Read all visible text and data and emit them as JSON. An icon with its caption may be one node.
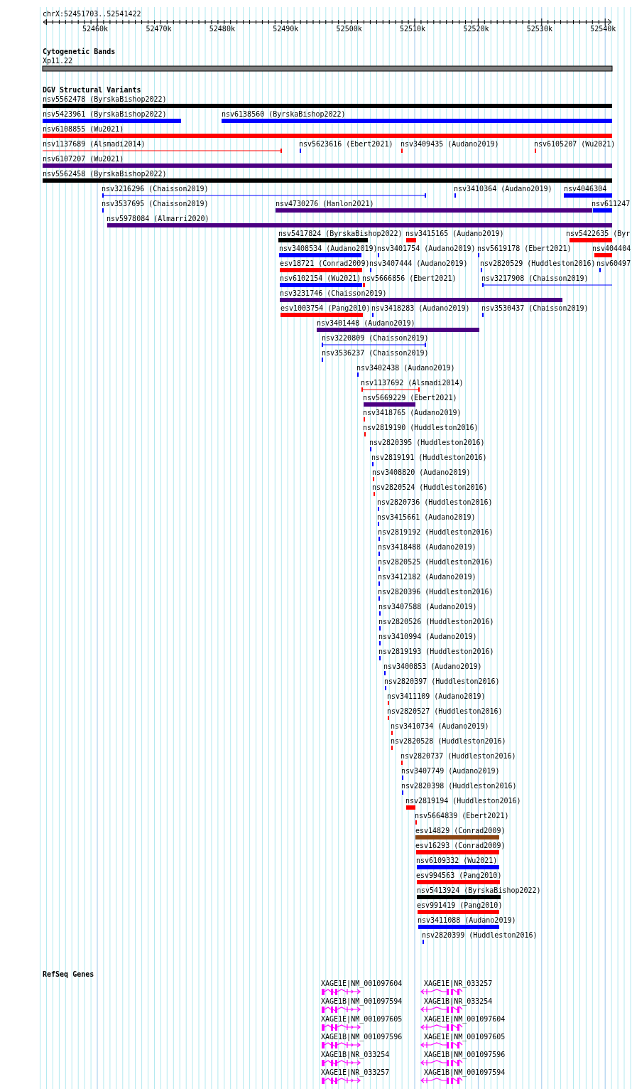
{
  "diagram": {
    "labels": [
      "chrX:52451703..52541422",
      "52460k",
      "52470k",
      "52480k",
      "52490k",
      "52500k",
      "52510k",
      "52520k",
      "52530k",
      "52540k",
      "Cytogenetic Bands",
      "Xp11.22",
      "DGV Structural Variants",
      "nsv5562478 (ByrskaBishop2022)",
      "nsv5423961 (ByrskaBishop2022)",
      "nsv6138560 (ByrskaBishop2022)",
      "nsv6108855 (Wu2021)",
      "nsv1137689 (Alsmadi2014)",
      "nsv5623616 (Ebert2021)",
      "nsv3409435 (Audano2019)",
      "nsv6105207 (Wu2021)",
      "nsv6107207 (Wu2021)",
      "nsv5562458 (ByrskaBishop2022)",
      "nsv3216296 (Chaisson2019)",
      "nsv3410364 (Audano2019)",
      "nsv4046304",
      "nsv3537695 (Chaisson2019)",
      "nsv4730276 (Hanlon2021)",
      "nsv611247",
      "nsv5978084 (Almarri2020)",
      "nsv5417824 (ByrskaBishop2022)",
      "nsv3415165 (Audano2019)",
      "nsv5422635 (Byr",
      "nsv3408534 (Audano2019)",
      "nsv3401754 (Audano2019)",
      "nsv5619178 (Ebert2021)",
      "nsv404404",
      "esv18721 (Conrad2009)",
      "nsv3407444 (Audano2019)",
      "nsv2820529 (Huddleston2016)",
      "nsv60497",
      "nsv6102154 (Wu2021)",
      "nsv5666856 (Ebert2021)",
      "nsv3217908 (Chaisson2019)",
      "nsv3231746 (Chaisson2019)",
      "esv1003754 (Pang2010)",
      "nsv3418283 (Audano2019)",
      "nsv3530437 (Chaisson2019)",
      "nsv3401448 (Audano2019)",
      "nsv3220809 (Chaisson2019)",
      "nsv3536237 (Chaisson2019)",
      "nsv3402438 (Audano2019)",
      "nsv1137692 (Alsmadi2014)",
      "nsv5669229 (Ebert2021)",
      "nsv3418765 (Audano2019)",
      "nsv2819190 (Huddleston2016)",
      "nsv2820395 (Huddleston2016)",
      "nsv2819191 (Huddleston2016)",
      "nsv3408820 (Audano2019)",
      "nsv2820524 (Huddleston2016)",
      "nsv2820736 (Huddleston2016)",
      "nsv3415661 (Audano2019)",
      "nsv2819192 (Huddleston2016)",
      "nsv3418488 (Audano2019)",
      "nsv2820525 (Huddleston2016)",
      "nsv3412182 (Audano2019)",
      "nsv2820396 (Huddleston2016)",
      "nsv3407588 (Audano2019)",
      "nsv2820526 (Huddleston2016)",
      "nsv3410994 (Audano2019)",
      "nsv2819193 (Huddleston2016)",
      "nsv3400853 (Audano2019)",
      "nsv2820397 (Huddleston2016)",
      "nsv3411109 (Audano2019)",
      "nsv2820527 (Huddleston2016)",
      "nsv3410734 (Audano2019)",
      "nsv2820528 (Huddleston2016)",
      "nsv2820737 (Huddleston2016)",
      "nsv3407749 (Audano2019)",
      "nsv2820398 (Huddleston2016)",
      "nsv2819194 (Huddleston2016)",
      "nsv5664839 (Ebert2021)",
      "esv14829 (Conrad2009)",
      "esv16293 (Conrad2009)",
      "nsv6109332 (Wu2021)",
      "esv994563 (Pang2010)",
      "nsv5413924 (ByrskaBishop2022)",
      "esv991419 (Pang2010)",
      "nsv3411088 (Audano2019)",
      "nsv2820399 (Huddleston2016)",
      "RefSeq Genes",
      "XAGE1E|NM_001097604",
      "XAGE1E|NR_033257",
      "XAGE1B|NM_001097594",
      "XAGE1B|NR_033254",
      "XAGE1E|NM_001097605",
      "XAGE1E|NM_001097604",
      "XAGE1B|NM_001097596",
      "XAGE1E|NM_001097605",
      "XAGE1B|NR_033254",
      "XAGE1B|NM_001097596",
      "XAGE1E|NR_033257",
      "XAGE1B|NM_001097594"
    ]
  }
}
